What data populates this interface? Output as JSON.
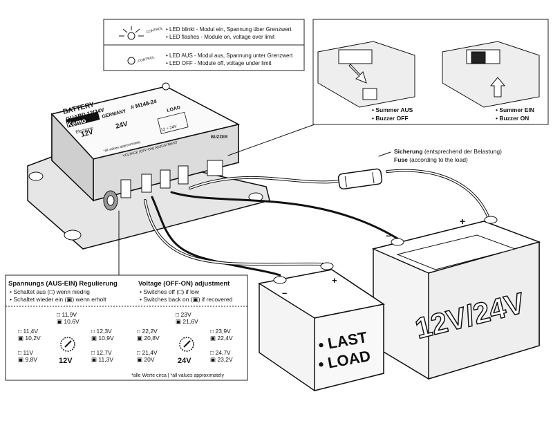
{
  "led_legend": {
    "on_de": "• LED blinkt - Modul ein, Spannung über Grenzwert",
    "on_en": "• LED flashes - Module on, voltage over limit",
    "off_de": "• LED AUS - Modul aus, Spannung unter Grenzwert",
    "off_en": "• LED OFF - Module off, voltage under limit",
    "control_label": "CONTROL",
    "control_on": "ON"
  },
  "buzzer_inset": {
    "off_de": "• Summer AUS",
    "off_en": "• Buzzer OFF",
    "on_de": "• Summer EIN",
    "on_en": "• Buzzer ON"
  },
  "fuse": {
    "label_de": "Sicherung",
    "note_de": " (entsprechend der Belastung)",
    "label_en": "Fuse",
    "note_en": " (according to the load)"
  },
  "module": {
    "title1": "BATTERY",
    "title2": "GUARD 12/24V",
    "brand": "Kemo",
    "brand_sub": "Electronic",
    "made_in": "GERMANY",
    "model": "# M148-24",
    "v12": "12V",
    "v24": "24V",
    "load_label": "LOAD",
    "load_range": "12 ÷ 24V",
    "buzzer_label": "BUZZER",
    "adj_label": "VOLTAGE (OFF-ON) ADJUSTMENT",
    "all_values": "*all values approximately"
  },
  "batteries": {
    "load_text1": "• LAST",
    "load_text2": "• LOAD",
    "main_text": "12V/24V",
    "minus": "–",
    "plus": "+"
  },
  "adjust": {
    "title_de": "Spannungs (AUS-EIN) Regulierung",
    "title_en": "Voltage (OFF-ON) adjustment",
    "line1_de": "• Schaltet aus (",
    "line1_de_b": ") wenn niedrig",
    "line2_de": "• Schaltet wieder ein (",
    "line2_de_b": ") wenn erholt",
    "line1_en": "• Switches off (",
    "line1_en_b": ") if low",
    "line2_en": "• Switches back on (",
    "line2_en_b": ") if recovered",
    "dial12_label": "12V",
    "dial24_label": "24V",
    "v12": [
      {
        "off": "11,9V",
        "on": "10,6V"
      },
      {
        "off": "11,4V",
        "on": "10,2V"
      },
      {
        "off": "12,3V",
        "on": "10,9V"
      },
      {
        "off": "11V",
        "on": "9,8V"
      },
      {
        "off": "12,7V",
        "on": "11,3V"
      }
    ],
    "v24": [
      {
        "off": "23V",
        "on": "21,6V"
      },
      {
        "off": "22,2V",
        "on": "20,8V"
      },
      {
        "off": "23,9V",
        "on": "22,4V"
      },
      {
        "off": "21,4V",
        "on": "20V"
      },
      {
        "off": "24,7V",
        "on": "23,2V"
      }
    ],
    "footnote": "*alle Werte circa | *all values approximately"
  }
}
